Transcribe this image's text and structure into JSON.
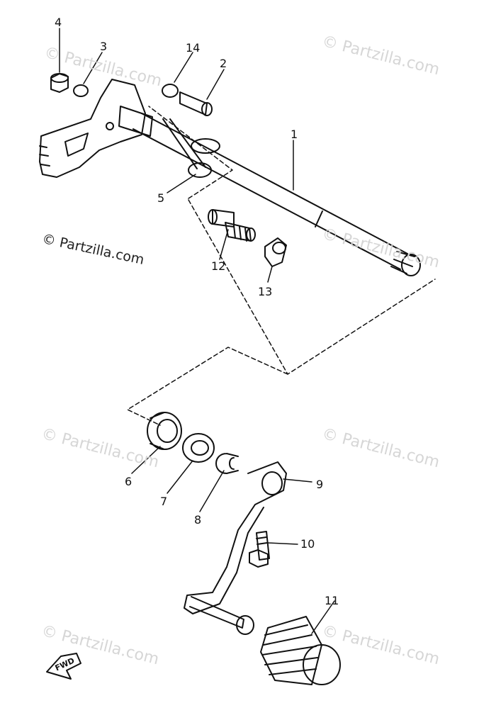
{
  "watermark": "© Partzilla.com",
  "callouts": [
    "4",
    "3",
    "14",
    "2",
    "1",
    "5",
    "12",
    "13",
    "6",
    "7",
    "8",
    "9",
    "10",
    "11"
  ],
  "fwd_label": "FWD"
}
